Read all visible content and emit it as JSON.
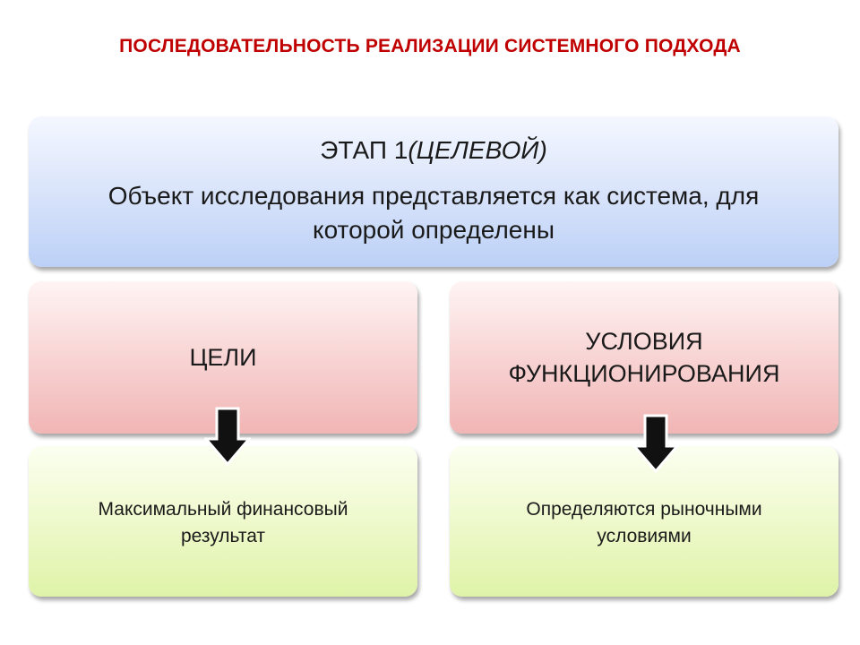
{
  "title": "ПОСЛЕДОВАТЕЛЬНОСТЬ РЕАЛИЗАЦИИ СИСТЕМНОГО ПОДХОДА",
  "stage": {
    "label": "ЭТАП 1",
    "type": "(ЦЕЛЕВОЙ)",
    "description": "Объект исследования представляется как система, для которой определены"
  },
  "left_branch": {
    "heading": "ЦЕЛИ",
    "result": "Максимальный финансовый результат"
  },
  "right_branch": {
    "heading": "УСЛОВИЯ ФУНКЦИОНИРОВАНИЯ",
    "result": "Определяются рыночными условиями"
  },
  "colors": {
    "title": "#c00000",
    "stage_box": "#c6d6f6",
    "heading_box": "#f4c2c2",
    "result_box": "#e6f6b8",
    "arrow": "#111111"
  }
}
